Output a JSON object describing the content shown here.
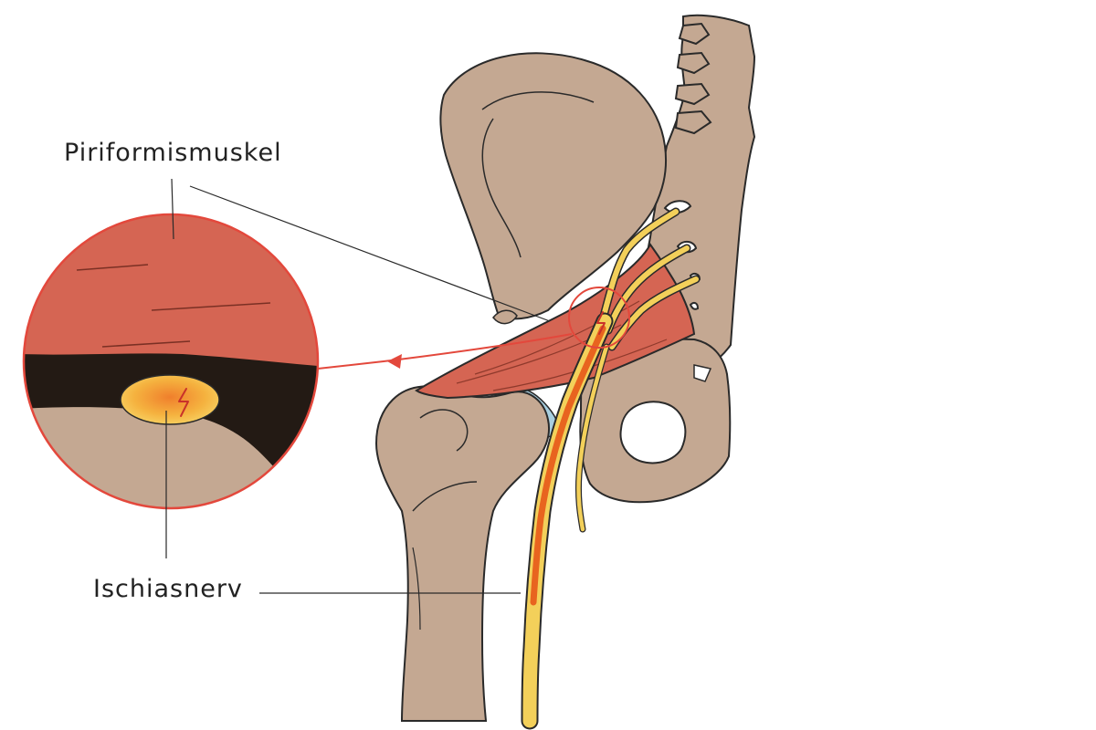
{
  "labels": {
    "piriformis": "Piriformismuskel",
    "sciatic_nerve": "Ischiasnerv"
  },
  "colors": {
    "bone": "#c4a892",
    "muscle": "#d56553",
    "nerve_yellow": "#f3d05a",
    "nerve_orange": "#e8641f",
    "cartilage": "#a8cfe0",
    "highlight_ring": "#e3483c",
    "dark_band": "#231a14",
    "outline": "#2a2a2a"
  },
  "icons": {
    "pain": "lightning-bolt"
  }
}
